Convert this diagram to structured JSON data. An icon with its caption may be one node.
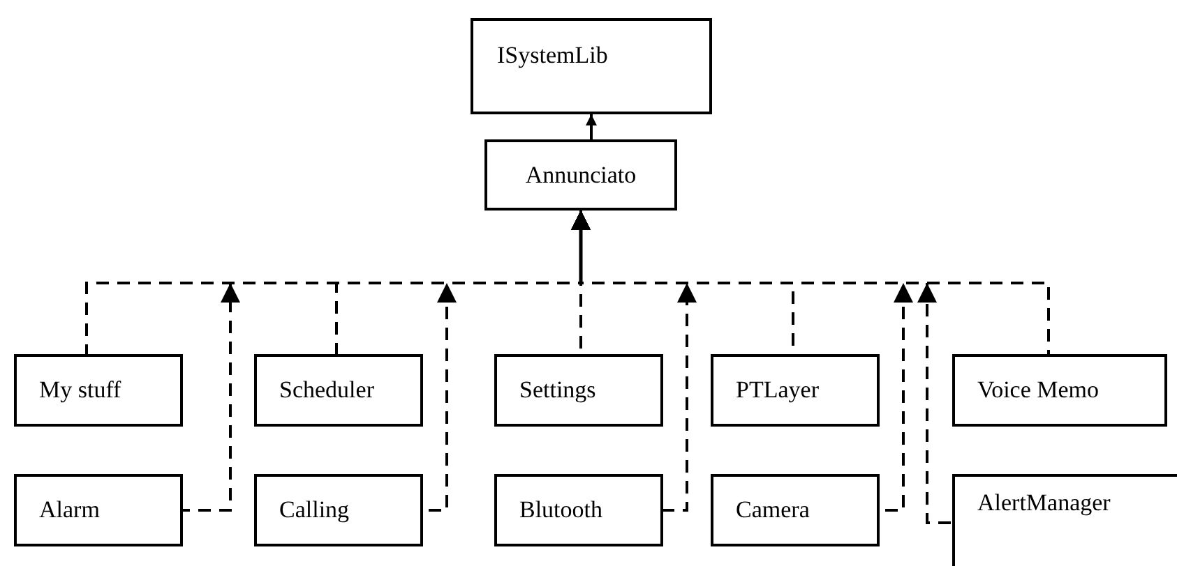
{
  "diagram": {
    "nodes": [
      {
        "text": [
          "ISystemLib"
        ]
      },
      {
        "text": [
          "Annunciato"
        ]
      },
      {
        "text": [
          "My stuff"
        ]
      },
      {
        "text": [
          "Scheduler"
        ]
      },
      {
        "text": [
          "Settings"
        ]
      },
      {
        "text": [
          "PTLayer"
        ]
      },
      {
        "text": [
          "Voice Memo"
        ]
      },
      {
        "text": [
          "Alarm"
        ]
      },
      {
        "text": [
          "Calling"
        ]
      },
      {
        "text": [
          "Blutooth"
        ]
      },
      {
        "text": [
          "Camera"
        ]
      },
      {
        "text": [
          "AlertManager"
        ]
      }
    ],
    "edges": [
      {
        "from": 2,
        "to": 1,
        "arrow": "to",
        "style": "dashed"
      },
      {
        "from": 3,
        "to": 1,
        "arrow": "to",
        "style": "dashed"
      },
      {
        "from": 4,
        "to": 1,
        "arrow": "to",
        "style": "dashed"
      },
      {
        "from": 5,
        "to": 1,
        "arrow": "to",
        "style": "dashed"
      },
      {
        "from": 6,
        "to": 1,
        "arrow": "to",
        "style": "dashed"
      },
      {
        "from": 7,
        "to": 1,
        "arrow": "to",
        "style": "dashed"
      },
      {
        "from": 8,
        "to": 1,
        "arrow": "to",
        "style": "dashed"
      },
      {
        "from": 9,
        "to": 1,
        "arrow": "to",
        "style": "dashed"
      },
      {
        "from": 10,
        "to": 1,
        "arrow": "to",
        "style": "dashed"
      },
      {
        "from": 11,
        "to": 1,
        "arrow": "to",
        "style": "dashed"
      },
      {
        "from": 1,
        "to": 0,
        "arrow": "to"
      }
    ]
  }
}
